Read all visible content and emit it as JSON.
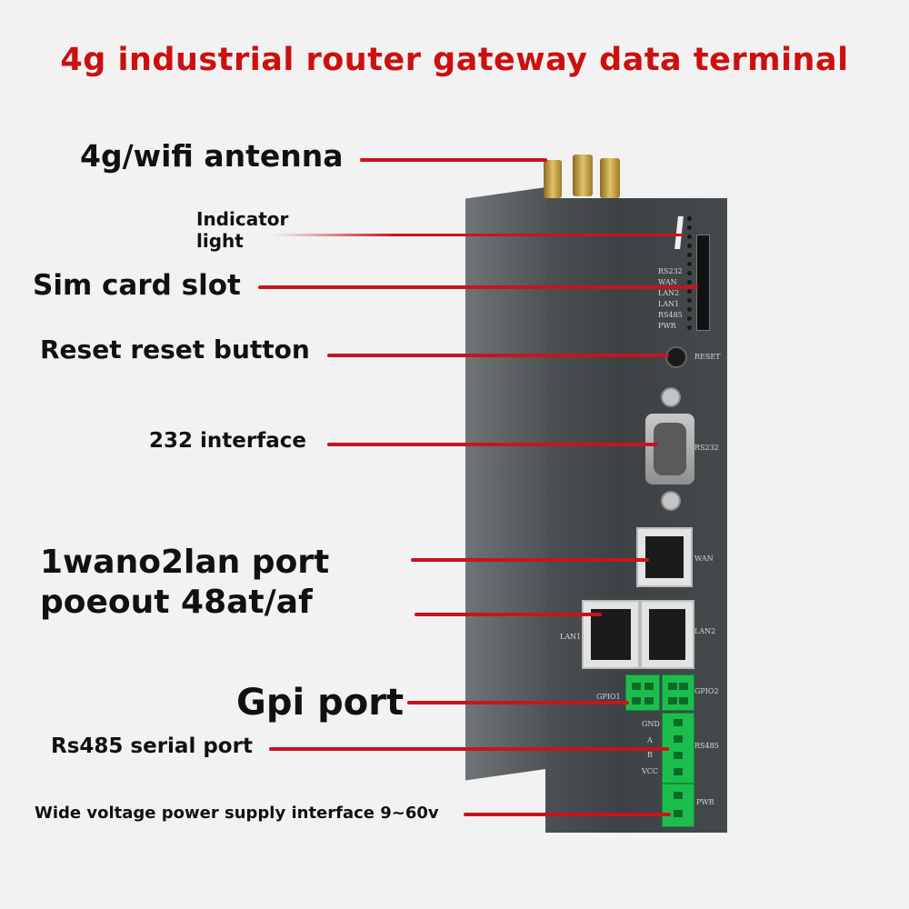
{
  "title": "4g industrial router gateway data terminal",
  "callouts": {
    "antenna": "4g/wifi antenna",
    "indicator_line1": "Indicator",
    "indicator_line2": "light",
    "sim": "Sim card slot",
    "reset": "Reset reset button",
    "rs232": "232 interface",
    "wan_line1": "1wano2lan port",
    "wan_line2": "poeout 48at/af",
    "gpi": "Gpi port",
    "rs485": "Rs485 serial port",
    "power": "Wide voltage power supply interface 9~60v"
  },
  "panel_labels": {
    "led_rs232": "RS232",
    "led_wan": "WAN",
    "led_lan2": "LAN2",
    "led_lan1": "LAN1",
    "led_rs485": "RS485",
    "led_pwr": "PWR",
    "reset": "RESET",
    "rs232": "RS232",
    "wan": "WAN",
    "lan1": "LAN1",
    "lan2": "LAN2",
    "gpio1": "GPIO1",
    "gpio2": "GPIO2",
    "gnd": "GND",
    "a": "A",
    "b": "B",
    "vcc": "VCC",
    "rs485": "RS485",
    "pwr": "PWR"
  },
  "colors": {
    "title": "#cc1010",
    "leader_line": "#c8141e",
    "device_body": "#3d4245",
    "terminal_green": "#1dbd4d"
  }
}
